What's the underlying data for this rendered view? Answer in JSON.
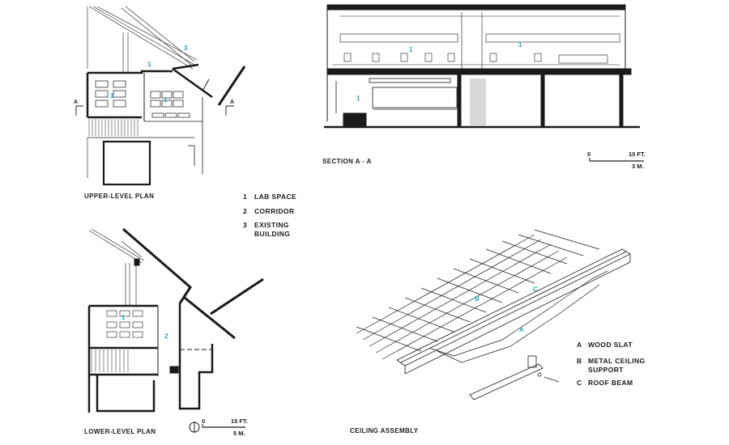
{
  "titles": {
    "upper_plan": "UPPER-LEVEL PLAN",
    "lower_plan": "LOWER-LEVEL PLAN",
    "section": "SECTION A - A",
    "ceiling": "CEILING ASSEMBLY"
  },
  "plan_legend": [
    {
      "key": "1",
      "text": "LAB SPACE"
    },
    {
      "key": "2",
      "text": "CORRIDOR"
    },
    {
      "key": "3",
      "text": "EXISTING BUILDING"
    }
  ],
  "ceiling_legend": [
    {
      "key": "A",
      "text": "WOOD SLAT"
    },
    {
      "key": "B",
      "text": "METAL CEILING SUPPORT"
    },
    {
      "key": "C",
      "text": "ROOF BEAM"
    }
  ],
  "section_scale": {
    "zero": "0",
    "imperial": "10 FT.",
    "metric": "3 M."
  },
  "plan_scale": {
    "zero": "0",
    "imperial": "15 FT.",
    "metric": "5 M."
  },
  "markers": {
    "section_cut": "A",
    "one": "1",
    "two": "2",
    "three": "3",
    "a": "A",
    "b": "B",
    "c": "C"
  },
  "colors": {
    "ink": "#1a1a1a",
    "accent": "#22a7c9",
    "grey": "#d8d8d8"
  }
}
